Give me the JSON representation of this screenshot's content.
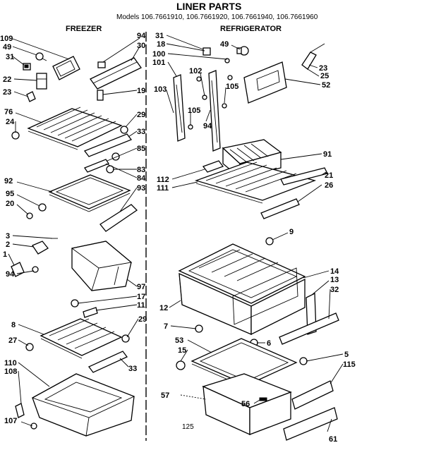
{
  "header": {
    "title": "LINER PARTS",
    "models": "Models 106.7661910, 106.7661920, 106.7661940, 106.7661960",
    "left_section": "FREEZER",
    "right_section": "REFRIGERATOR"
  },
  "freezer_callouts": [
    "109",
    "49",
    "31",
    "22",
    "23",
    "94",
    "30",
    "19",
    "76",
    "24",
    "29",
    "33",
    "85",
    "83",
    "84",
    "93",
    "92",
    "95",
    "20",
    "3",
    "2",
    "1",
    "94",
    "97",
    "17",
    "11",
    "8",
    "29",
    "27",
    "110",
    "108",
    "33",
    "107"
  ],
  "refrigerator_callouts": [
    "31",
    "18",
    "100",
    "101",
    "103",
    "102",
    "105",
    "105",
    "94",
    "49",
    "23",
    "25",
    "52",
    "91",
    "112",
    "111",
    "21",
    "26",
    "9",
    "14",
    "13",
    "32",
    "12",
    "7",
    "6",
    "53",
    "15",
    "5",
    "115",
    "57",
    "56",
    "61"
  ],
  "page_number": "125"
}
